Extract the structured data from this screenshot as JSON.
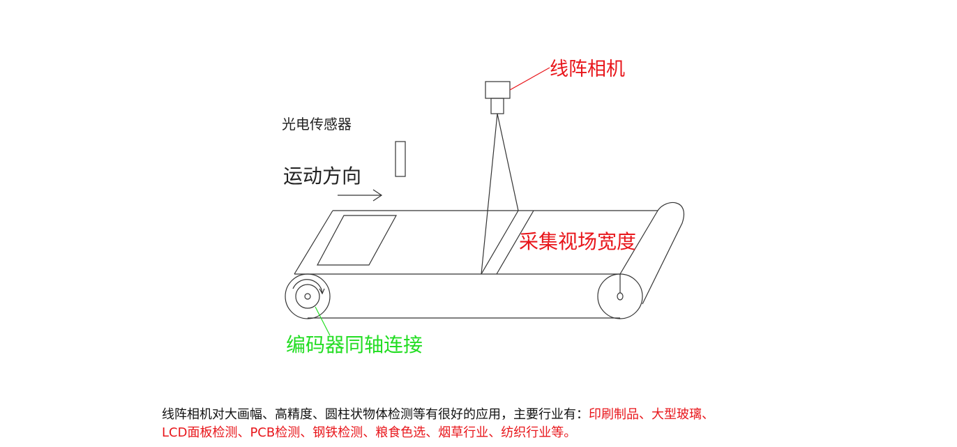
{
  "labels": {
    "camera": "线阵相机",
    "sensor": "光电传感器",
    "direction": "运动方向",
    "field_width": "采集视场宽度",
    "encoder": "编码器同轴连接"
  },
  "caption": {
    "line1_black": "线阵相机对大画幅、高精度、圆柱状物体检测等有很好的应用，主要行业有：",
    "line1_red": "印刷制品、大型玻璃、",
    "line2_red": "LCD面板检测、PCB检测、钢铁检测、粮食色选、烟草行业、纺织行业等。"
  },
  "colors": {
    "red": "#e8161b",
    "green": "#22dd22",
    "line": "#333333"
  }
}
